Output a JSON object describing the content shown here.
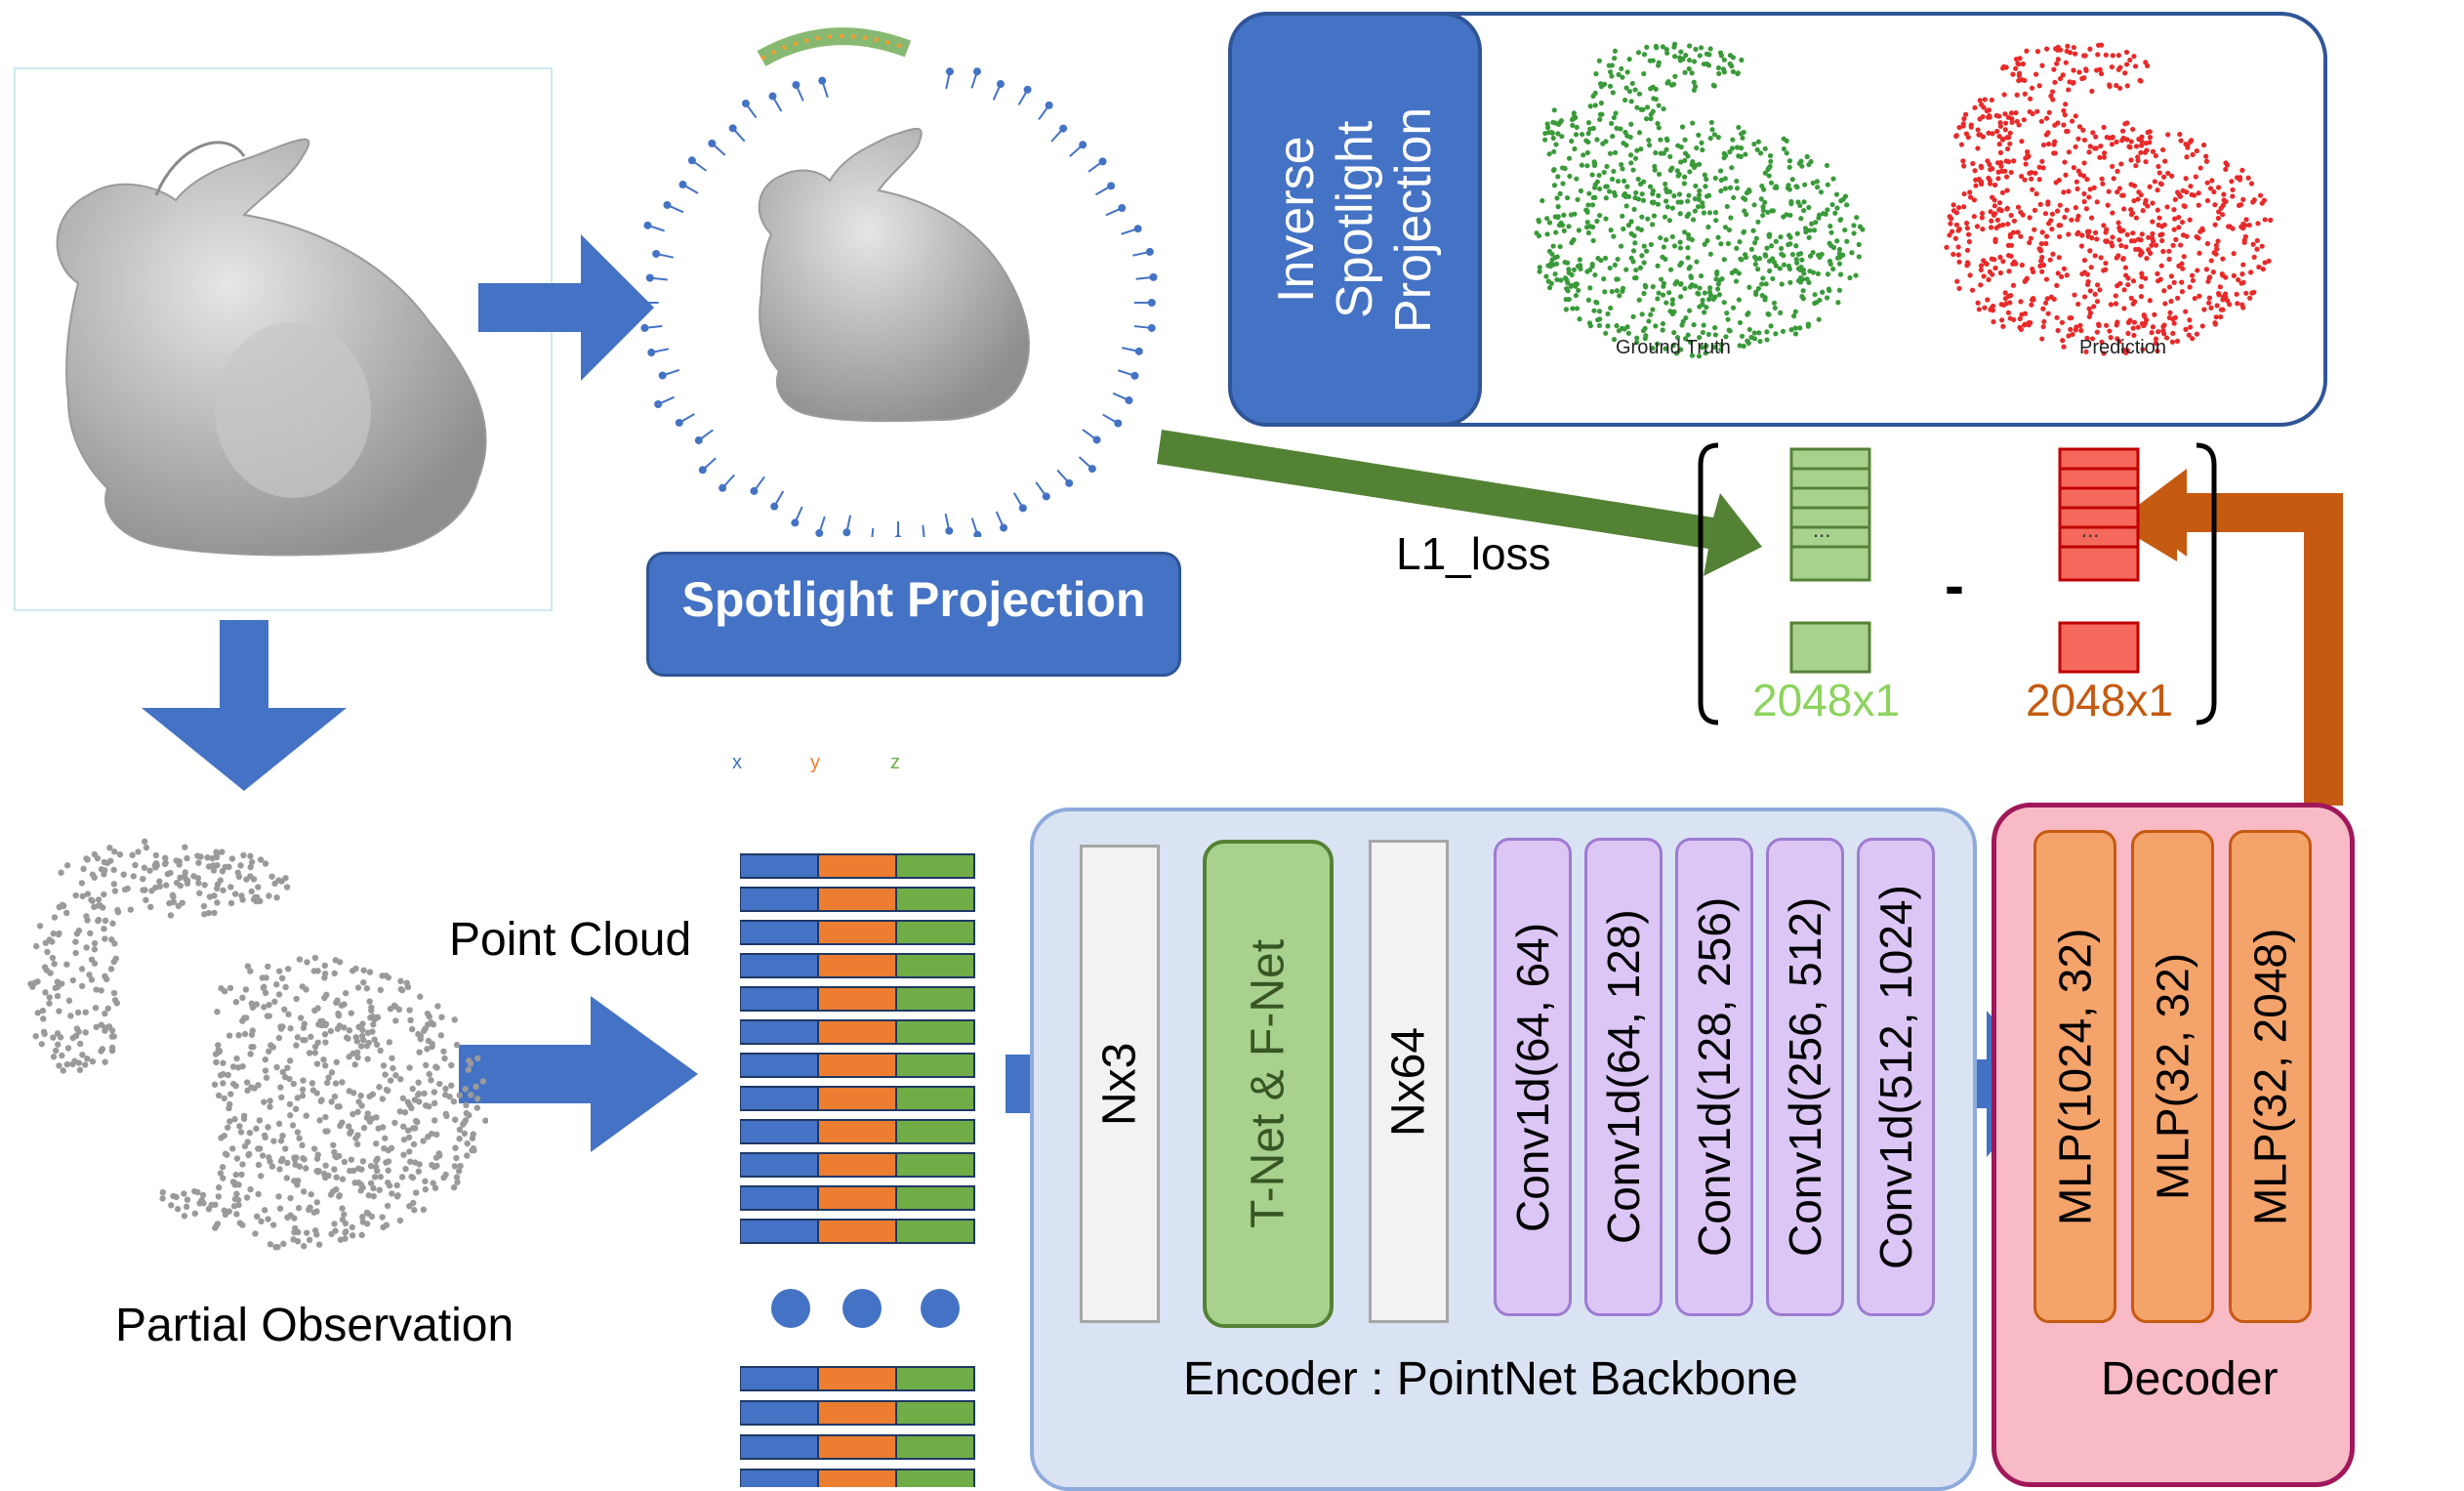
{
  "labels": {
    "spotlight_projection": "Spotlight Projection",
    "inverse_spotlight_projection": "Inverse Spotlight Projection",
    "ground_truth": "Ground Truth",
    "prediction": "Prediction",
    "l1_loss": "L1_loss",
    "minus": "-",
    "gt_dim": "2048x1",
    "pred_dim": "2048x1",
    "partial_observation": "Partial Observation",
    "point_cloud": "Point Cloud",
    "axis_x": "x",
    "axis_y": "y",
    "axis_z": "z",
    "ellipsis": "...",
    "encoder_caption": "Encoder : PointNet Backbone",
    "decoder_caption": "Decoder"
  },
  "encoder_blocks": [
    {
      "label": "Nx3",
      "style": "gray"
    },
    {
      "label": "T-Net & F-Net",
      "style": "green"
    },
    {
      "label": "Nx64",
      "style": "gray"
    },
    {
      "label": "Conv1d(64, 64)",
      "style": "purple"
    },
    {
      "label": "Conv1d(64, 128)",
      "style": "purple"
    },
    {
      "label": "Conv1d(128, 256)",
      "style": "purple"
    },
    {
      "label": "Conv1d(256, 512)",
      "style": "purple"
    },
    {
      "label": "Conv1d(512, 1024)",
      "style": "purple"
    }
  ],
  "decoder_blocks": [
    {
      "label": "MLP(1024, 32)"
    },
    {
      "label": "MLP(32, 32)"
    },
    {
      "label": "MLP(32, 2048)"
    }
  ],
  "colors": {
    "arrow_blue": "#4472C4",
    "arrow_green": "#548235",
    "arrow_orange": "#C55A11",
    "gt_green": "#A9D18E",
    "pred_red": "#F4695C",
    "encoder_bg": "#DAE3F3",
    "decoder_bg": "#F8BBC6",
    "mlp_orange": "#F4A36B",
    "conv_purple": "#DCC6F6",
    "tnet_green": "#A9D18E",
    "pc_blue": "#4472C4",
    "pc_orange": "#ED7D31",
    "pc_green": "#70AD47"
  }
}
